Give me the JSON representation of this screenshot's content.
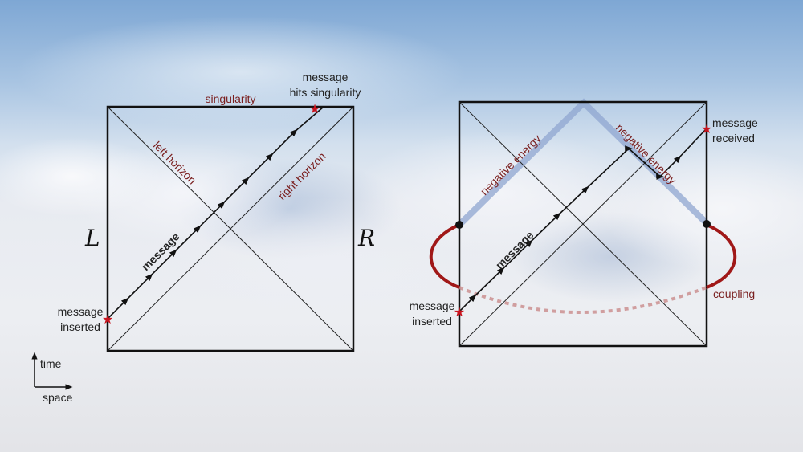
{
  "left_diagram": {
    "side_left": "L",
    "side_right": "R",
    "singularity": "singularity",
    "left_horizon": "left horizon",
    "right_horizon": "right horizon",
    "message": "message",
    "inserted": [
      "message",
      "inserted"
    ],
    "hits": [
      "message",
      "hits singularity"
    ]
  },
  "right_diagram": {
    "negative_energy_left": "negative energy",
    "negative_energy_right": "negative energy",
    "message": "message",
    "inserted": [
      "message",
      "inserted"
    ],
    "received": [
      "message",
      "received"
    ],
    "coupling": "coupling"
  },
  "axes": {
    "time": "time",
    "space": "space"
  },
  "colors": {
    "accent_red": "#8b1a1a",
    "star_red": "#c8141e",
    "negative_energy_blue": "#8fa6d0"
  }
}
